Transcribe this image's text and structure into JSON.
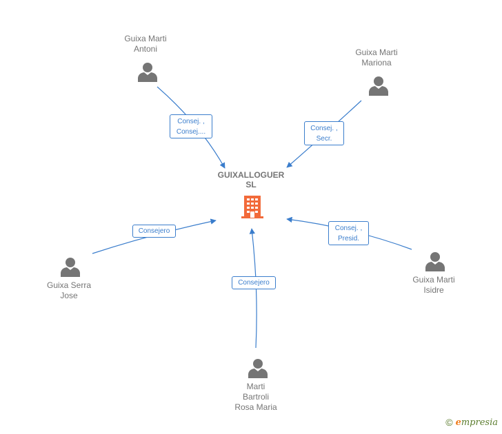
{
  "company": {
    "name_line1": "GUIXALLOGUER",
    "name_line2": "SL",
    "icon": "building-icon",
    "color": "#f26a3a"
  },
  "people": [
    {
      "id": "antoni",
      "lines": [
        "Guixa Marti",
        "Antoni"
      ],
      "icon": "person-icon"
    },
    {
      "id": "mariona",
      "lines": [
        "Guixa Marti",
        "Mariona"
      ],
      "icon": "person-icon"
    },
    {
      "id": "jose",
      "lines": [
        "Guixa Serra",
        "Jose"
      ],
      "icon": "person-icon"
    },
    {
      "id": "isidre",
      "lines": [
        "Guixa Marti",
        "Isidre"
      ],
      "icon": "person-icon"
    },
    {
      "id": "rosa",
      "lines": [
        "Marti",
        "Bartroli",
        "Rosa Maria"
      ],
      "icon": "person-icon"
    }
  ],
  "edges": [
    {
      "from": "antoni",
      "lines": [
        "Consej. ,",
        "Consej...."
      ]
    },
    {
      "from": "mariona",
      "lines": [
        "Consej. ,",
        "Secr."
      ]
    },
    {
      "from": "jose",
      "lines": [
        "Consejero"
      ]
    },
    {
      "from": "isidre",
      "lines": [
        "Consej. ,",
        "Presid."
      ]
    },
    {
      "from": "rosa",
      "lines": [
        "Consejero"
      ]
    }
  ],
  "colors": {
    "edge": "#3a7dcc",
    "person": "#757575"
  },
  "footer": {
    "copyright": "©",
    "brand_initial": "e",
    "brand_rest": "mpresia"
  }
}
